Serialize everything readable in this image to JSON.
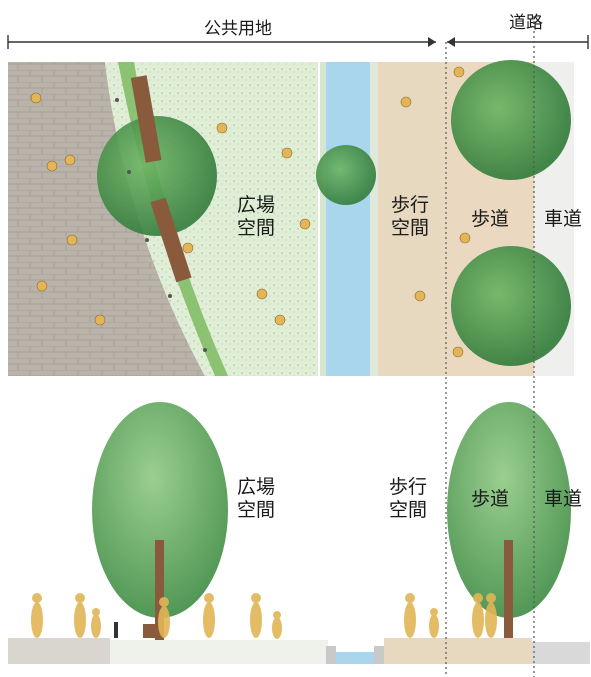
{
  "header": {
    "public_land": "公共用地",
    "road": "道路"
  },
  "plan_view": {
    "plaza_label": "広場\n空間",
    "walk_label": "歩行\n空間",
    "sidewalk_label": "歩道",
    "roadway_label": "車道"
  },
  "section_view": {
    "plaza_label": "広場\n空間",
    "walk_label": "歩行\n空間",
    "sidewalk_label": "歩道",
    "roadway_label": "車道"
  },
  "colors": {
    "paving": "#b7b1a8",
    "lawn": "#dcebd2",
    "water": "#a9d6ec",
    "walk": "#e6d6bd",
    "tree": "#4f9a4a",
    "person": "#e3b556"
  }
}
